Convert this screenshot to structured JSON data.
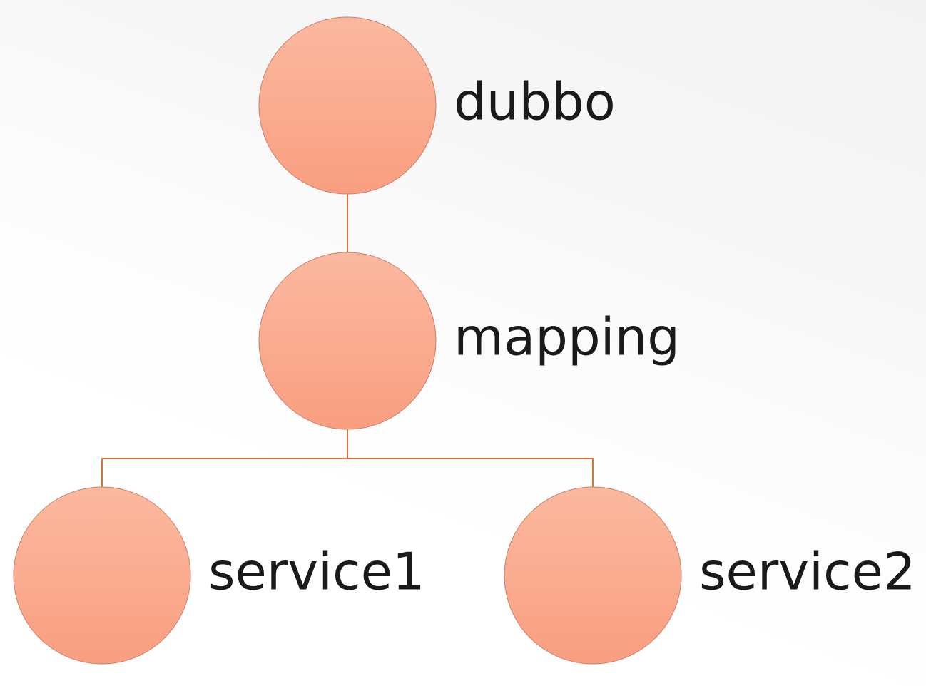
{
  "diagram": {
    "colors": {
      "node_fill_top": "#fbb9a0",
      "node_fill_bottom": "#fa9e80",
      "node_stroke": "#c9806a",
      "connector": "#d9733f",
      "label": "#1a1a1a"
    },
    "nodes": [
      {
        "id": "dubbo",
        "label": "dubbo"
      },
      {
        "id": "mapping",
        "label": "mapping"
      },
      {
        "id": "service1",
        "label": "service1"
      },
      {
        "id": "service2",
        "label": "service2"
      }
    ],
    "edges": [
      {
        "from": "dubbo",
        "to": "mapping"
      },
      {
        "from": "mapping",
        "to": "service1"
      },
      {
        "from": "mapping",
        "to": "service2"
      }
    ]
  }
}
